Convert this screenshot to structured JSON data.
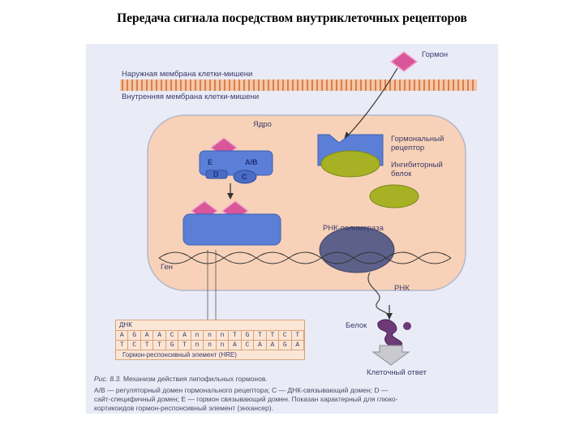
{
  "title": "Передача сигнала посредством внутриклеточных рецепторов",
  "labels": {
    "hormone": "Гормон",
    "outer_membrane": "Наружная мембрана клетки-мишени",
    "inner_membrane": "Внутренняя мембрана клетки-мишени",
    "nucleus": "Ядро",
    "hormone_receptor_1": "Гормональный",
    "hormone_receptor_2": "рецептор",
    "inhibitor_1": "Ингибиторный",
    "inhibitor_2": "белок",
    "rna_polymerase": "РНК-полимераза",
    "gene": "Ген",
    "rna": "РНК",
    "protein": "Белок",
    "cell_response": "Клеточный ответ"
  },
  "receptor_tags": {
    "e": "E",
    "ab": "А/В",
    "d": "D",
    "c": "C"
  },
  "dna": {
    "header": "ДНК",
    "row1": [
      "A",
      "G",
      "A",
      "A",
      "C",
      "A",
      "n",
      "n",
      "n",
      "T",
      "G",
      "T",
      "T",
      "C",
      "T"
    ],
    "row2": [
      "T",
      "C",
      "T",
      "T",
      "G",
      "T",
      "n",
      "n",
      "n",
      "A",
      "C",
      "A",
      "A",
      "G",
      "A"
    ],
    "footer": "Гормон-респонсивный элемент (HRE)"
  },
  "caption": {
    "fig": "Рис. 8.3.",
    "line1": "Механизм действия липофильных гормонов.",
    "line2": "А/В — регуляторный домен гормонального рецептора; С — ДНК-связывающий домен; D —",
    "line3": "сайт-специфичный домен; Е — гормон связывающий домен. Показан характерный для глюко-",
    "line4": "кортикоидов гормон-респонсивный элемент (энхансер)."
  },
  "colors": {
    "hormone": "#d9569a",
    "receptor": "#5b7fd6",
    "inhibitor": "#a6b224",
    "polymerase": "#5d6088",
    "cell": "#f8d2b8",
    "membrane": "#f0a57a"
  }
}
